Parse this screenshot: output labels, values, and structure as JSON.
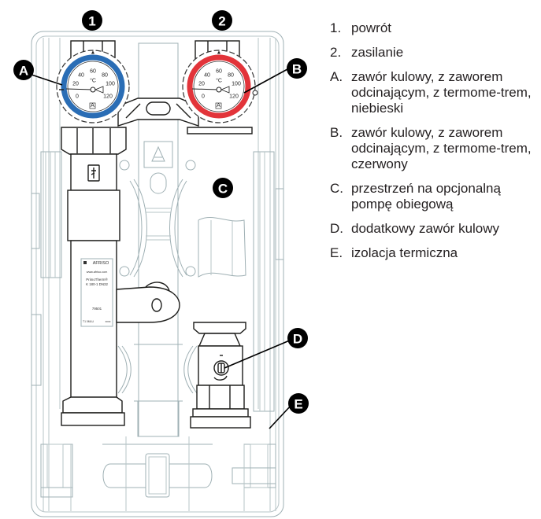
{
  "legend": [
    {
      "marker": "1.",
      "text": "powrót"
    },
    {
      "marker": "2.",
      "text": "zasilanie"
    },
    {
      "marker": "A.",
      "text": "zawór kulowy, z zaworem odcinającym, z termome-trem, niebieski"
    },
    {
      "marker": "B.",
      "text": "zawór kulowy, z zaworem odcinającym, z termome-trem, czerwony"
    },
    {
      "marker": "C.",
      "text": "przestrzeń na opcjonalną pompę obiegową"
    },
    {
      "marker": "D.",
      "text": "dodatkowy zawór kulowy"
    },
    {
      "marker": "E.",
      "text": "izolacja termiczna"
    }
  ],
  "callouts": {
    "c1": "1",
    "c2": "2",
    "cA": "A",
    "cB": "B",
    "cC": "C",
    "cD": "D",
    "cE": "E"
  },
  "thermometer": {
    "unit": "°C",
    "scale": [
      "0",
      "20",
      "40",
      "60",
      "80",
      "100",
      "120"
    ],
    "badge": "A"
  },
  "colors": {
    "return_ring": "#2a6db5",
    "supply_ring": "#e2343a"
  },
  "label_plate": {
    "brand": "AFRISO",
    "website": "www.afriso.com",
    "product": "PrimoTherm®",
    "model": "K 180-1 DN32",
    "code": "79501",
    "footer_left": "T1 0MLU",
    "footer_right": "xxxx"
  },
  "insulation_mark": "A"
}
